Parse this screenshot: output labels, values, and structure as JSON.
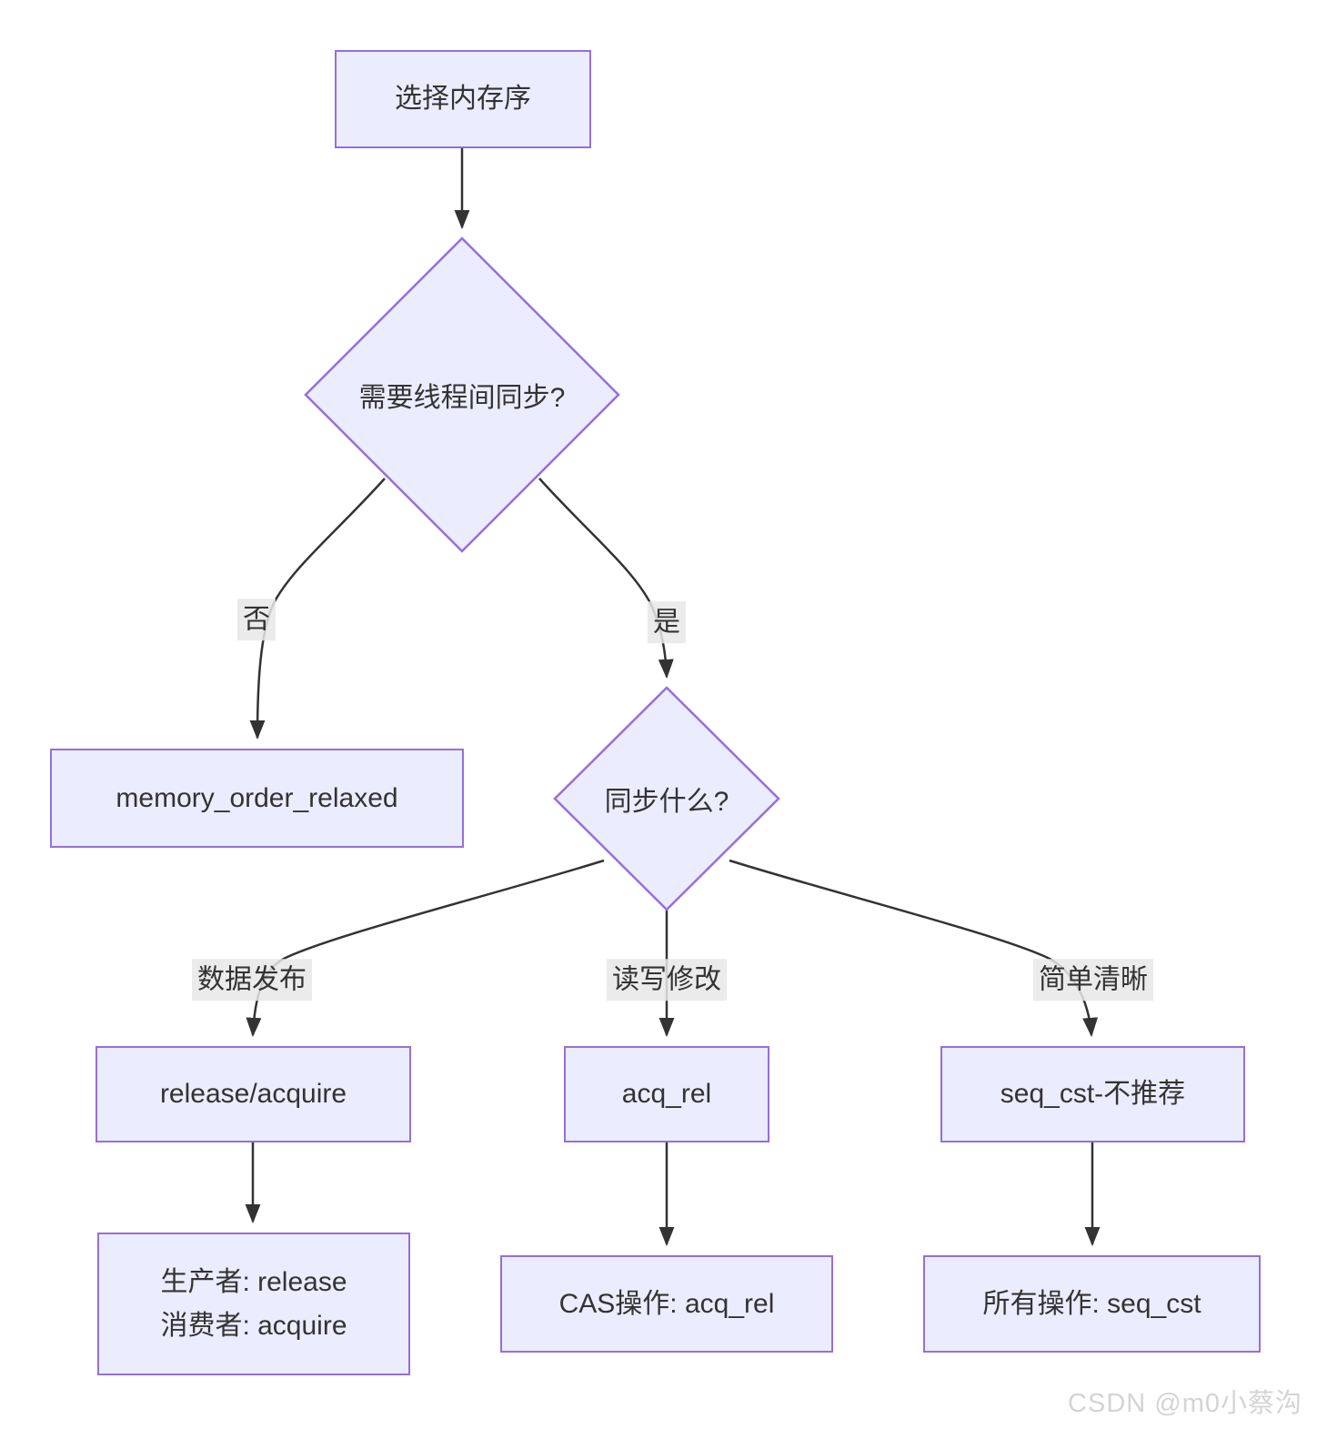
{
  "diagram": {
    "title_node": "选择内存序",
    "nodes": {
      "start": {
        "label": "选择内存序"
      },
      "decision_sync_needed": {
        "label": "需要线程间同步?"
      },
      "relaxed": {
        "label": "memory_order_relaxed"
      },
      "decision_sync_what": {
        "label": "同步什么?"
      },
      "release_acquire": {
        "label": "release/acquire"
      },
      "acq_rel": {
        "label": "acq_rel"
      },
      "seq_cst": {
        "label": "seq_cst-不推荐"
      },
      "producer_consumer": {
        "lines": [
          "生产者: release",
          "消费者: acquire"
        ]
      },
      "cas": {
        "label": "CAS操作: acq_rel"
      },
      "all_ops": {
        "label": "所有操作: seq_cst"
      }
    },
    "edges": [
      {
        "from": "start",
        "to": "decision_sync_needed",
        "label": ""
      },
      {
        "from": "decision_sync_needed",
        "to": "relaxed",
        "label": "否"
      },
      {
        "from": "decision_sync_needed",
        "to": "decision_sync_what",
        "label": "是"
      },
      {
        "from": "decision_sync_what",
        "to": "release_acquire",
        "label": "数据发布"
      },
      {
        "from": "decision_sync_what",
        "to": "acq_rel",
        "label": "读写修改"
      },
      {
        "from": "decision_sync_what",
        "to": "seq_cst",
        "label": "简单清晰"
      },
      {
        "from": "release_acquire",
        "to": "producer_consumer",
        "label": ""
      },
      {
        "from": "acq_rel",
        "to": "cas",
        "label": ""
      },
      {
        "from": "seq_cst",
        "to": "all_ops",
        "label": ""
      }
    ],
    "colors": {
      "node_fill": "#ECECFF",
      "node_border": "#9370DB",
      "edge_stroke": "#333333",
      "edge_label_bg": "#e8e8e8",
      "text": "#333333",
      "watermark": "#d4d4d4"
    },
    "watermark": "CSDN @m0小蔡沟"
  }
}
